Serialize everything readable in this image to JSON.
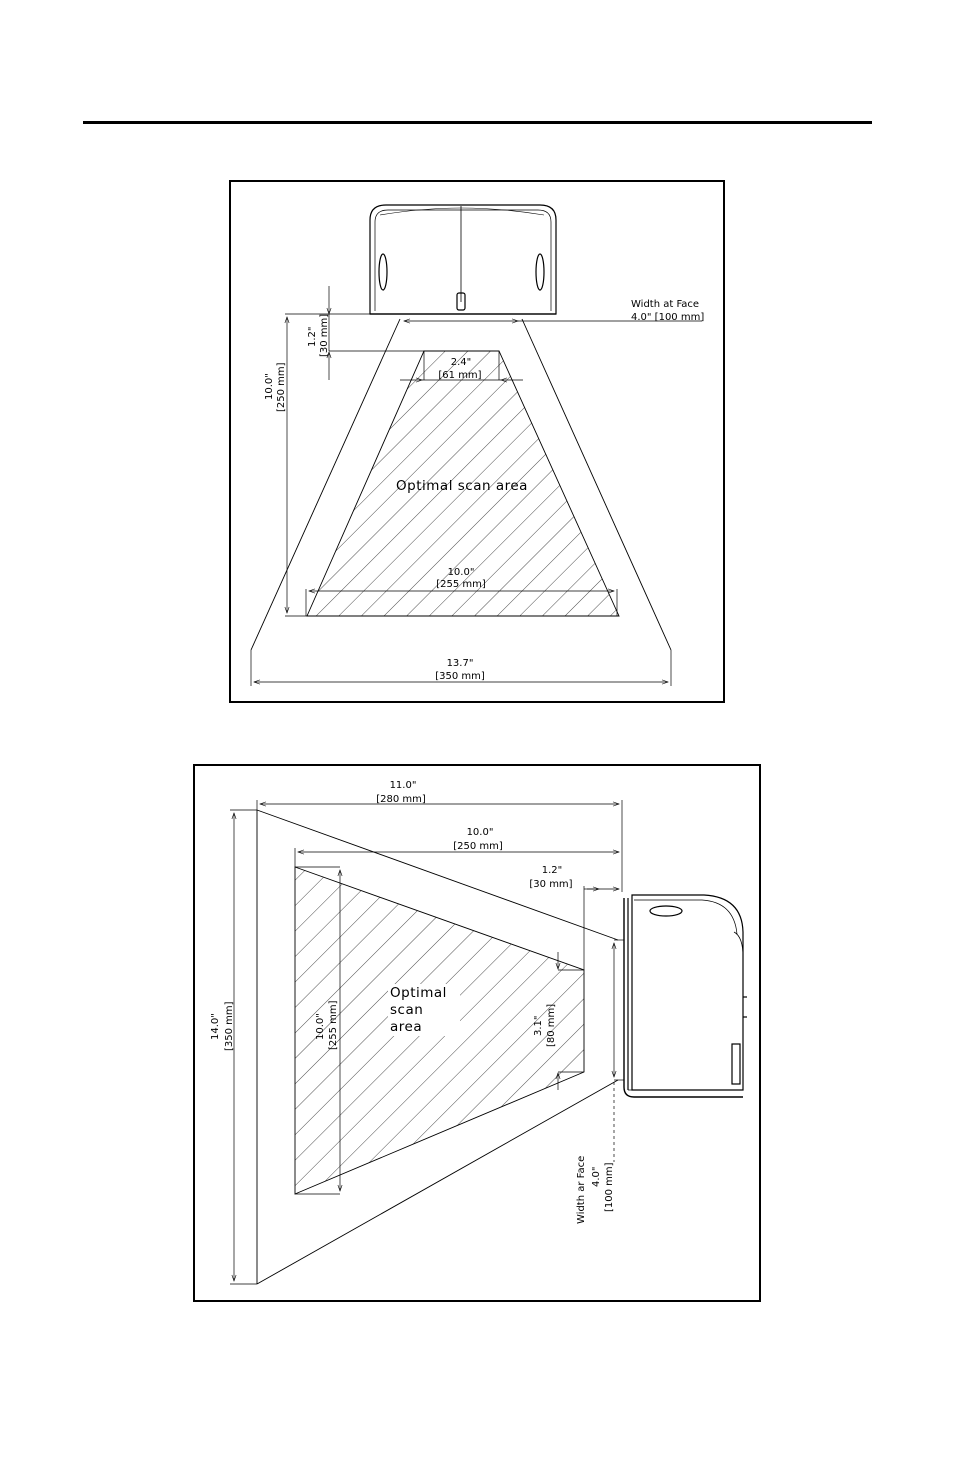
{
  "top_view": {
    "width_at_face": {
      "title": "Width at Face",
      "value": "4.0\" [100 mm]"
    },
    "depth_start": {
      "inch": "1.2\"",
      "mm": "[30 mm]"
    },
    "depth_total": {
      "inch": "10.0\"",
      "mm": "[250 mm]"
    },
    "near_width": {
      "inch": "2.4\"",
      "mm": "[61 mm]"
    },
    "far_width": {
      "inch": "10.0\"",
      "mm": "[255 mm]"
    },
    "max_width": {
      "inch": "13.7\"",
      "mm": "[350 mm]"
    },
    "area_label": "Optimal scan area"
  },
  "side_view": {
    "total_depth": {
      "inch": "11.0\"",
      "mm": "[280 mm]"
    },
    "optimal_depth": {
      "inch": "10.0\"",
      "mm": "[250 mm]"
    },
    "start_offset": {
      "inch": "1.2\"",
      "mm": "[30 mm]"
    },
    "max_height": {
      "inch": "14.0\"",
      "mm": "[350 mm]"
    },
    "far_height": {
      "inch": "10.0\"",
      "mm": "[255 mm]"
    },
    "near_height": {
      "inch": "3.1\"",
      "mm": "[80 mm]"
    },
    "width_at_face": {
      "title": "Width ar Face",
      "inch": "4.0\"",
      "mm": "[100 mm]"
    },
    "area_label": [
      "Optimal",
      "scan",
      "area"
    ]
  },
  "colors": {
    "ink": "#000000",
    "background": "#ffffff",
    "scanner_gray": "#444444"
  }
}
